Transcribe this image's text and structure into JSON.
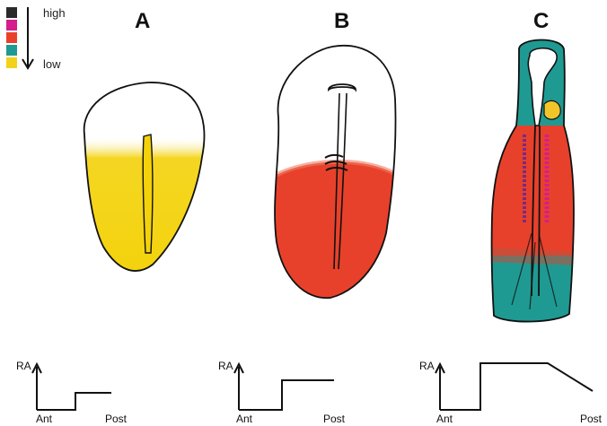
{
  "legend": {
    "high_label": "high",
    "low_label": "low",
    "swatch_colors": [
      "#2a2a2a",
      "#d41e8c",
      "#e8412b",
      "#1f9a92",
      "#f3d21a"
    ]
  },
  "panels": [
    {
      "letter": "A",
      "tissue_color": "#f3d20a",
      "ra_profile_description": "low anterior, step to moderate posterior"
    },
    {
      "letter": "B",
      "tissue_color": "#e8412b",
      "ra_profile_description": "low anterior, step to higher posterior"
    },
    {
      "letter": "C",
      "tissue_colors": [
        "#1f9a92",
        "#e8412b",
        "#d41e8c",
        "#f2c62b"
      ],
      "ra_profile_description": "low anterior, high plateau, declining posterior"
    }
  ],
  "plots": [
    {
      "y_label": "RA",
      "x_start_label": "Ant",
      "x_end_label": "Post"
    },
    {
      "y_label": "RA",
      "x_start_label": "Ant",
      "x_end_label": "Post"
    },
    {
      "y_label": "RA",
      "x_start_label": "Ant",
      "x_end_label": "Post"
    }
  ]
}
